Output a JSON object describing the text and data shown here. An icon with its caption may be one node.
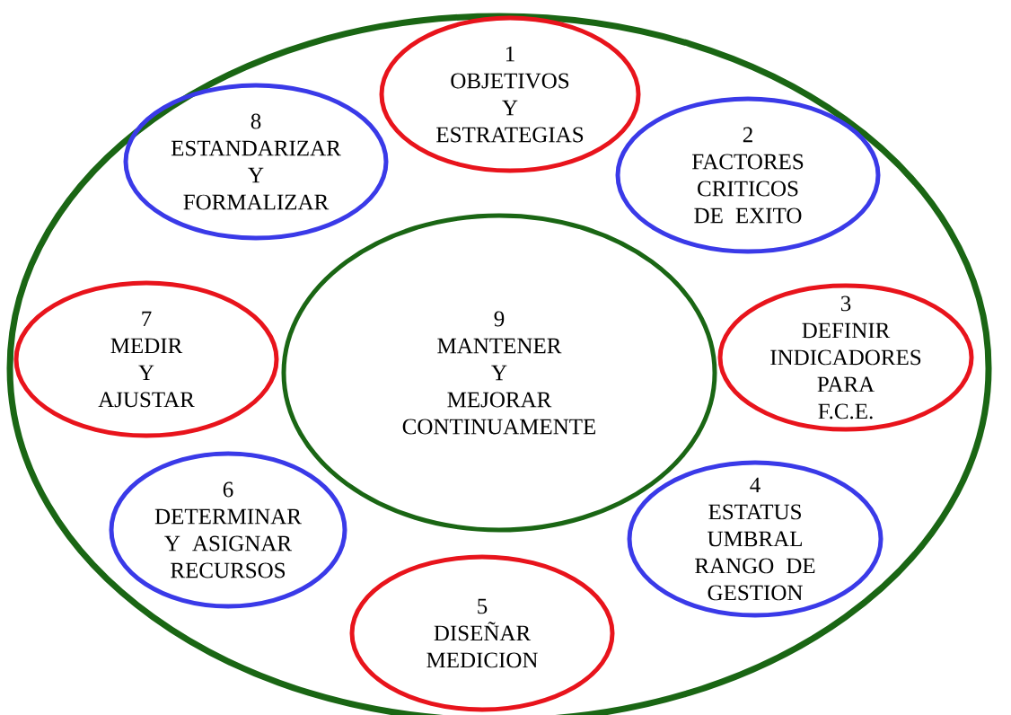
{
  "diagram": {
    "nodes": [
      {
        "text": [],
        "shape": "circle"
      },
      {
        "text": [
          "1",
          "OBJETIVOS Y ESTRATEGIAS"
        ],
        "in": 0
      },
      {
        "text": [
          "8",
          "ESTANDARIZAR Y FORMALIZAR"
        ],
        "in": 0
      },
      {
        "text": [
          "2",
          "FACTORES CRITICOS DE EXITO"
        ],
        "in": 0
      },
      {
        "text": [
          "7",
          "MEDIR Y AJUSTAR"
        ],
        "in": 0
      },
      {
        "text": [
          "9",
          "MANTENER Y MEJORAR CONTINUAMENTE"
        ],
        "in": 0
      },
      {
        "text": [
          "3",
          "DEFINIR INDICADORES PARA F.C.E."
        ],
        "in": 0
      },
      {
        "text": [
          "6",
          "DETERMINAR Y ASIGNAR RECURSOS"
        ],
        "in": 0
      },
      {
        "text": [
          "4",
          "ESTATUS UMBRAL RANGO DE GESTION"
        ],
        "in": 0
      },
      {
        "text": [
          "5",
          "DISEÑAR MEDICION"
        ],
        "in": 0
      }
    ]
  }
}
